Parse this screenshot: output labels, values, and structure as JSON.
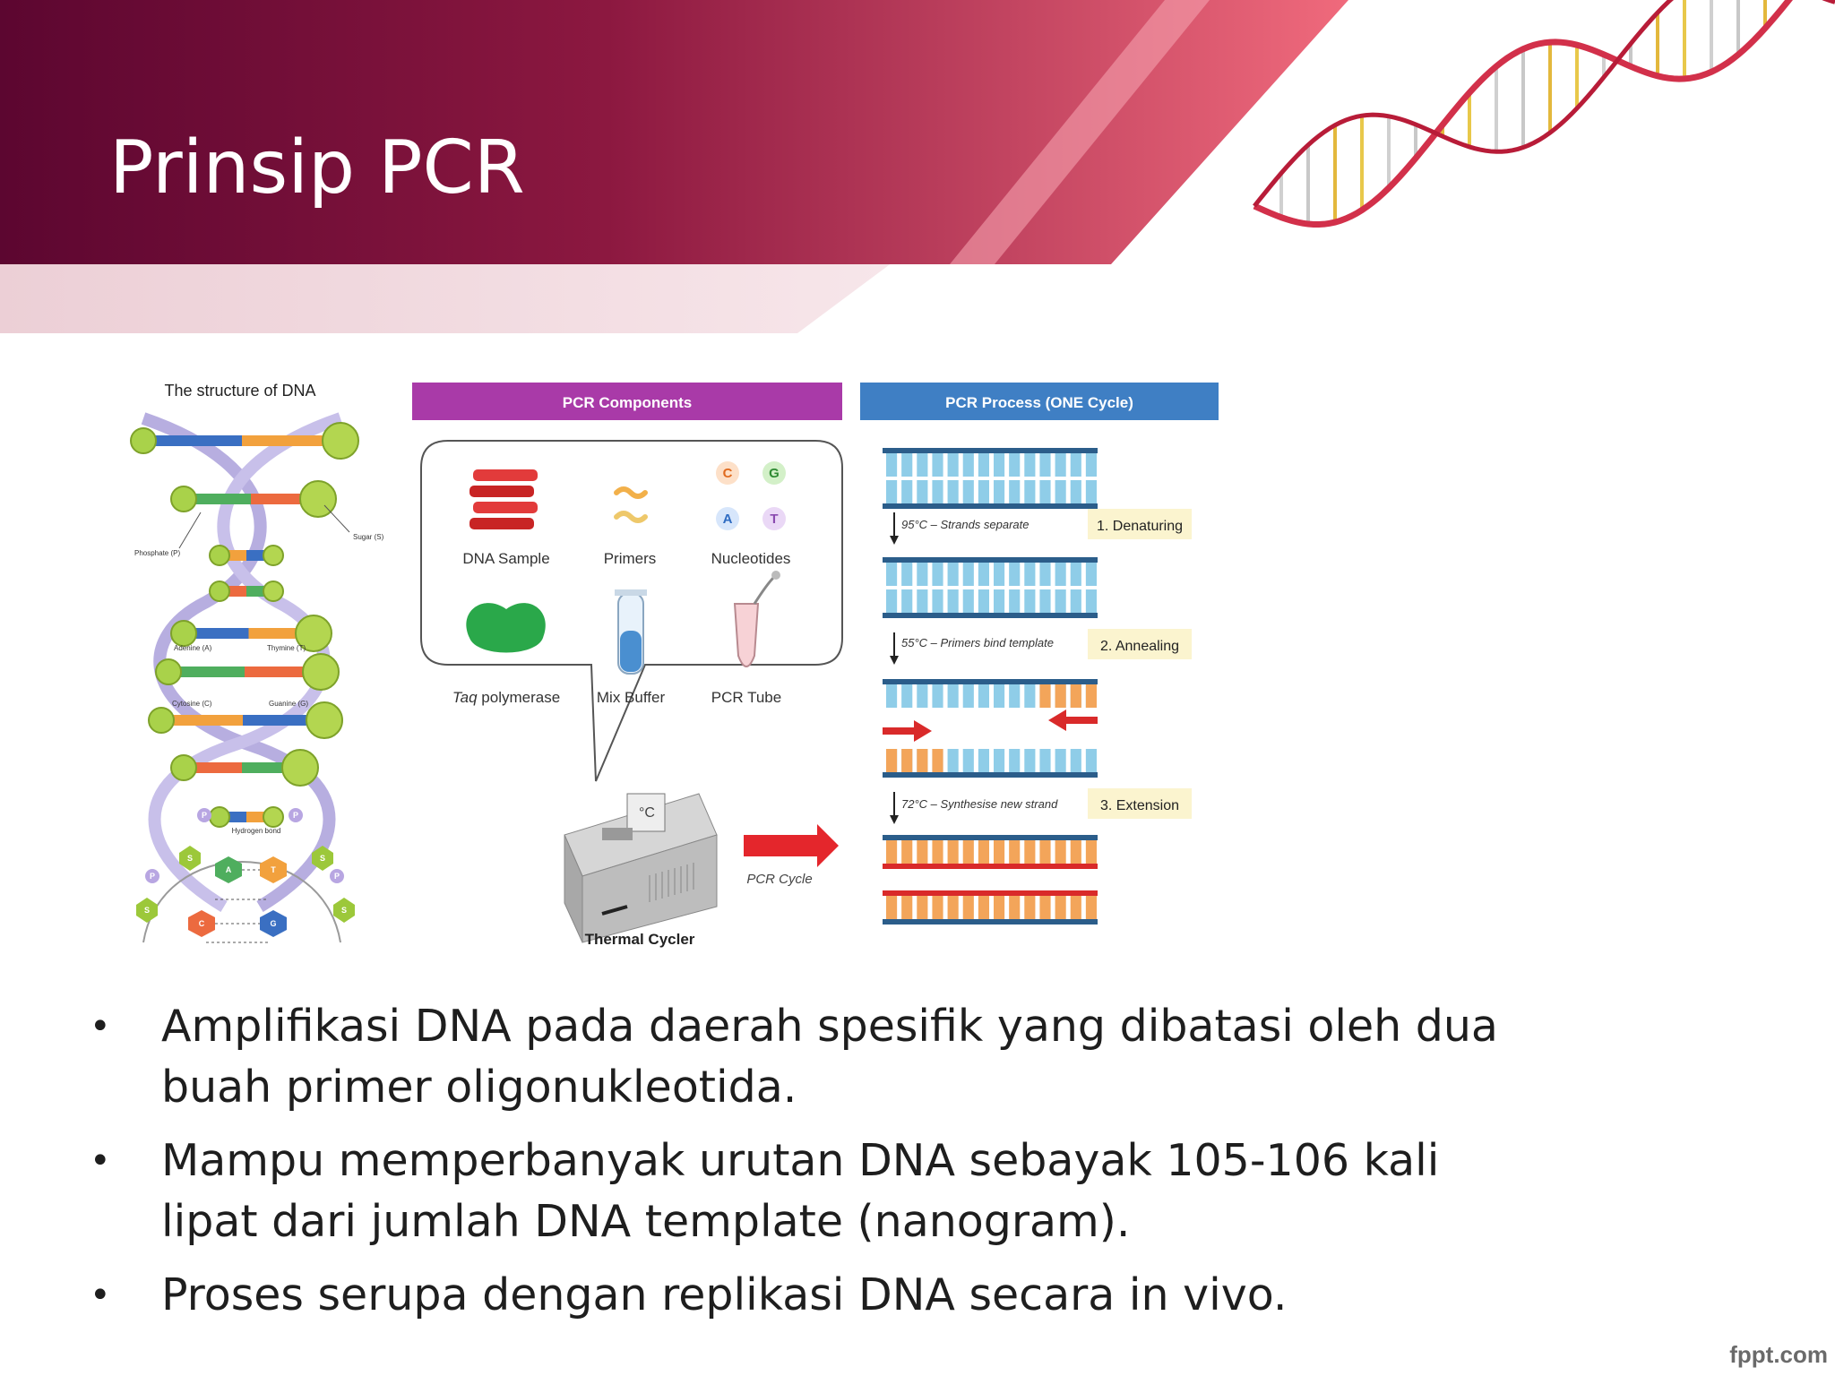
{
  "slide": {
    "title": "Prinsip PCR",
    "watermark": "fppt.com",
    "accent_colors": {
      "maroon": "#6e0a34",
      "pink": "#e85a72",
      "light_pink": "#f2d8de"
    }
  },
  "figure": {
    "dna_structure": {
      "title": "The structure of DNA",
      "labels": {
        "phosphate": "Phosphate (P)",
        "sugar": "Sugar (S)",
        "adenine": "Adenine (A)",
        "thymine": "Thymine (T)",
        "cytosine": "Cytosine (C)",
        "guanine": "Guanine (G)",
        "hydrogen_bond": "Hydrogen bond"
      },
      "letters": {
        "s": "S",
        "p": "P",
        "a": "A",
        "t": "T",
        "c": "C",
        "g": "G"
      }
    },
    "components": {
      "header": "PCR Components",
      "items": {
        "dna_sample": "DNA Sample",
        "primers": "Primers",
        "nucleotides": "Nucleotides",
        "taq_italic": "Taq",
        "taq_rest": " polymerase",
        "mix_buffer": "Mix Buffer",
        "pcr_tube": "PCR Tube"
      },
      "nucleotide_letters": {
        "c": "C",
        "g": "G",
        "a": "A",
        "t": "T"
      },
      "machine_label": "Thermal Cycler",
      "degree_symbol": "°C",
      "cycle_label": "PCR Cycle"
    },
    "process": {
      "header": "PCR Process  (ONE Cycle)",
      "steps": {
        "denature_note": "95°C – Strands separate",
        "denature_label": "1. Denaturing",
        "anneal_note": "55°C – Primers bind template",
        "anneal_label": "2. Annealing",
        "extend_note": "72°C – Synthesise new strand",
        "extend_label": "3. Extension"
      }
    }
  },
  "bullets": [
    "Amplifikasi DNA pada daerah spesifik yang dibatasi oleh dua buah primer oligonukleotida.",
    "Mampu memperbanyak urutan DNA sebayak 105-106 kali lipat dari jumlah DNA template (nanogram).",
    "Proses serupa dengan replikasi DNA secara in vivo."
  ]
}
